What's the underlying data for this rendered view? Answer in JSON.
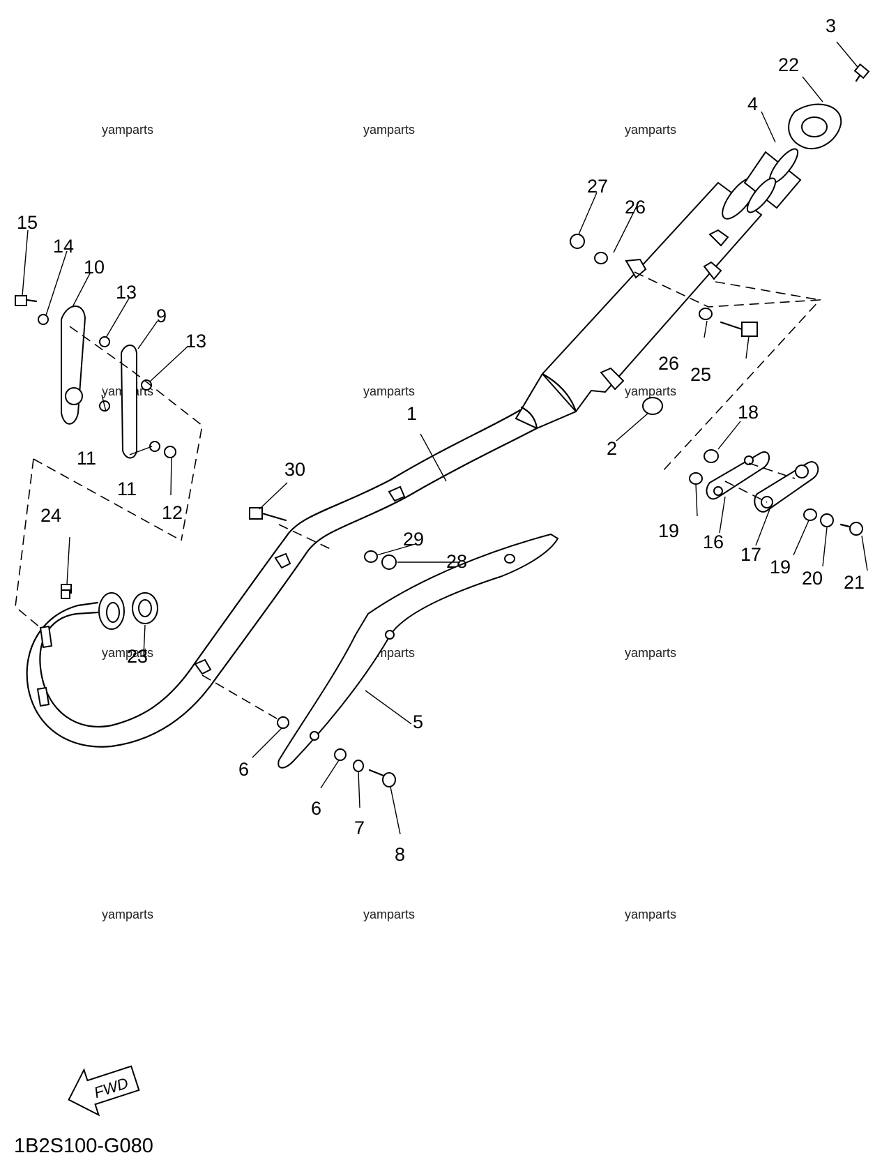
{
  "diagram_code": "1B2S100-G080",
  "fwd_label": "FWD",
  "watermark": "yamparts",
  "callouts": [
    "1",
    "2",
    "3",
    "4",
    "5",
    "6",
    "6",
    "7",
    "8",
    "9",
    "10",
    "11",
    "11",
    "12",
    "13",
    "13",
    "14",
    "15",
    "16",
    "17",
    "18",
    "19",
    "19",
    "20",
    "21",
    "22",
    "23",
    "24",
    "25",
    "26",
    "26",
    "27",
    "28",
    "29",
    "30"
  ]
}
